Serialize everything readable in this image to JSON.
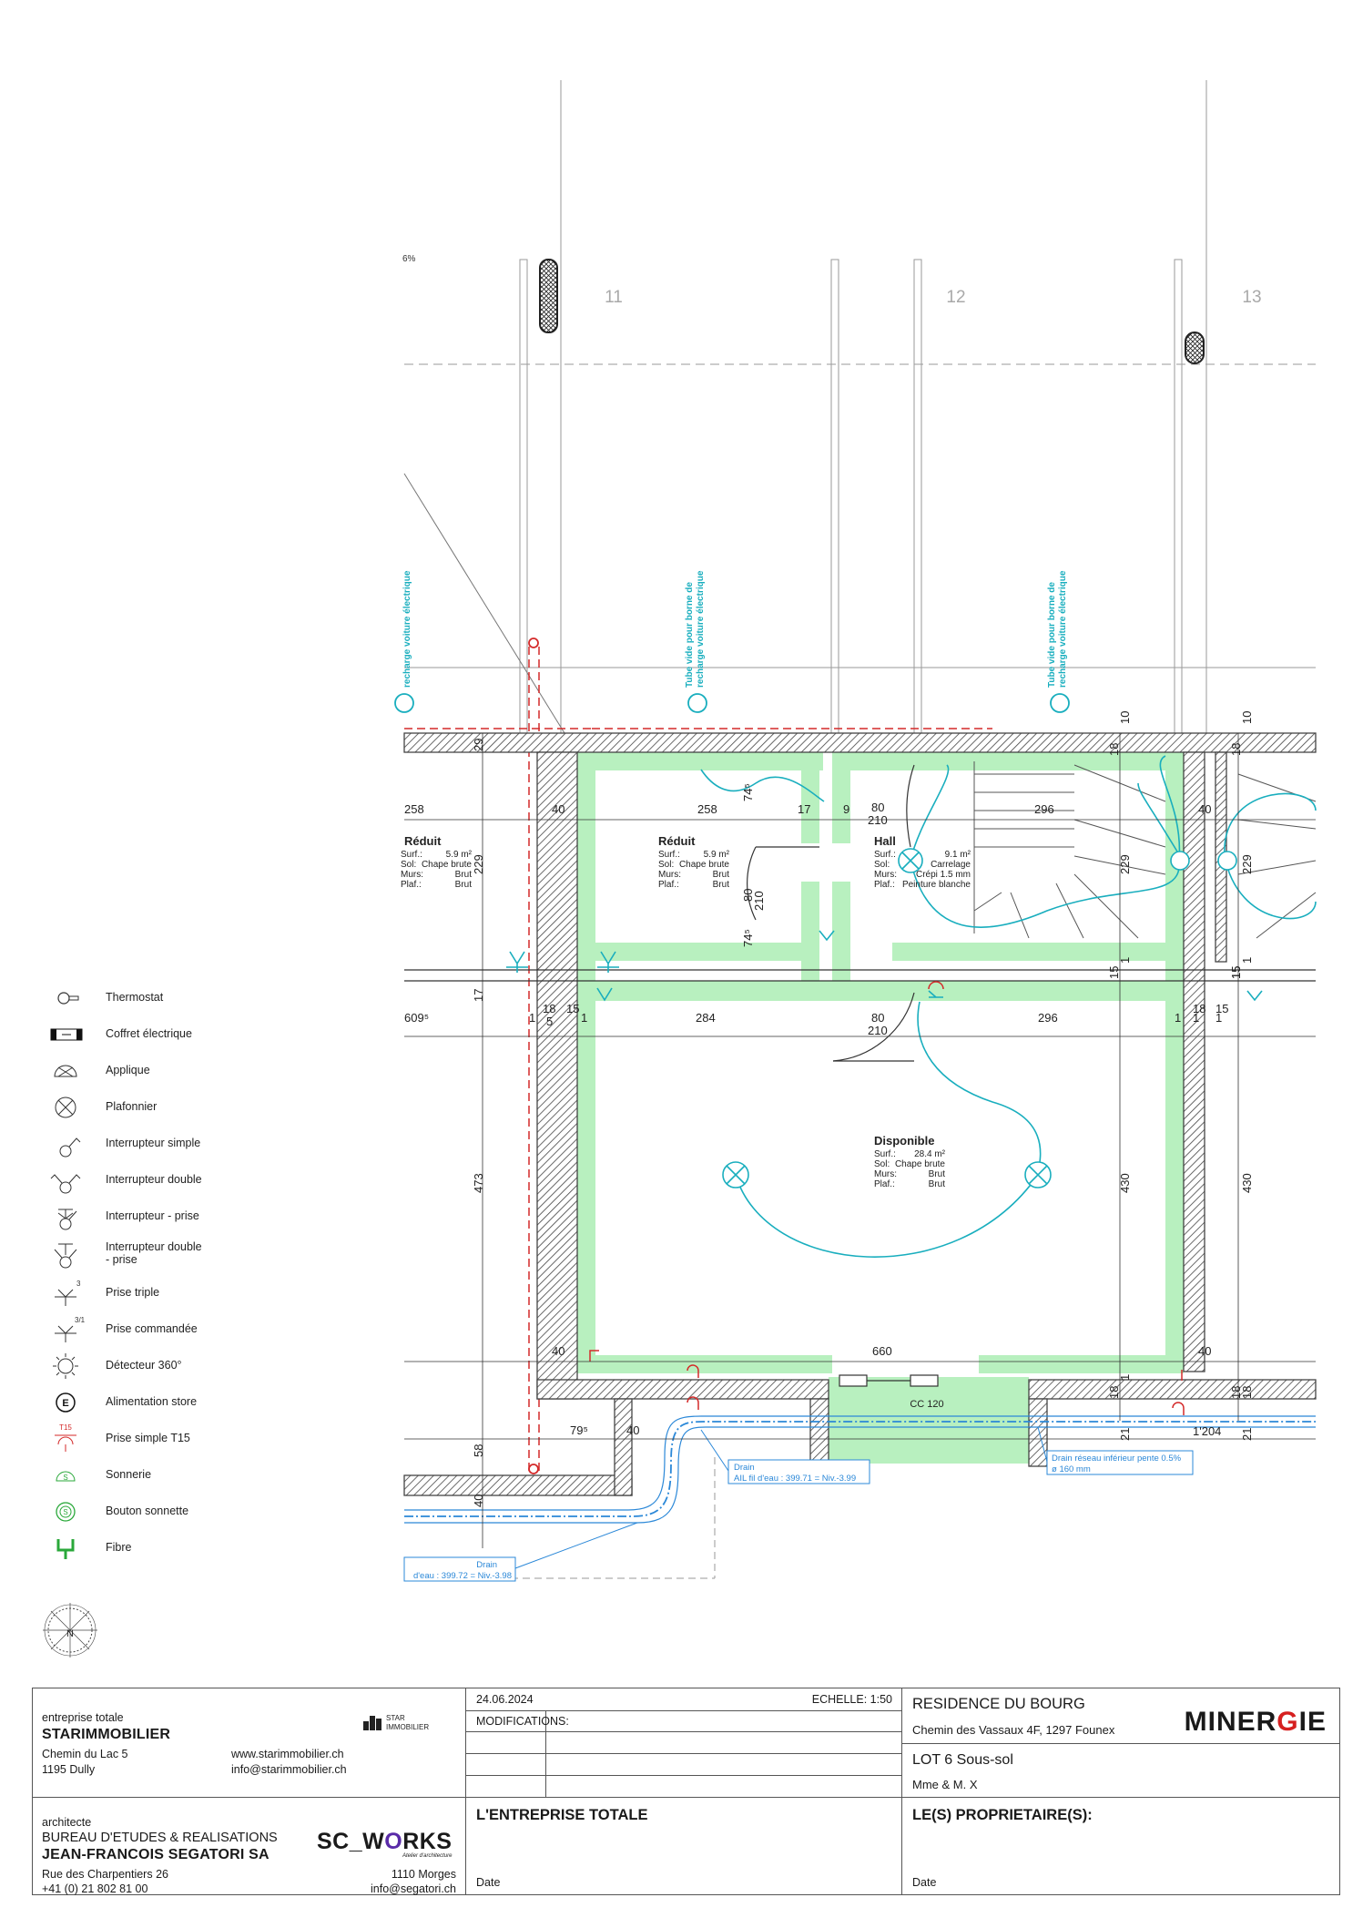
{
  "grid": {
    "axes": [
      "11",
      "12",
      "13"
    ]
  },
  "plan": {
    "slope_fragment": "6%",
    "conduit_note_line1": "Tube vide pour borne de",
    "conduit_note_line2": "recharge voiture électrique",
    "conduit_note_cut": "recharge voiture électrique",
    "dimensions": {
      "d_10a": "10",
      "d_10b": "10",
      "d_29": "29",
      "d_18a": "18",
      "d_18b": "18",
      "d_258a": "258",
      "d_258b": "258",
      "d_40a": "40",
      "d_40b": "40",
      "d_17b": "17",
      "d_9": "9",
      "d_80a": "80",
      "d_210a": "210",
      "d_296a": "296",
      "d_229a": "229",
      "d_229b": "229",
      "d_229c": "229",
      "d_74a": "74⁵",
      "d_74b": "74⁵",
      "d_80b": "80",
      "d_210b": "210",
      "d_17a": "17",
      "d_15a": "15",
      "d_15b": "15",
      "d_15c": "15",
      "d_1a": "1",
      "d_1b": "1",
      "d_609": "609⁵",
      "d_18c": "18",
      "d_5": "5",
      "d_15d": "15",
      "d_1c": "1",
      "d_284": "284",
      "d_80c": "80",
      "d_210c": "210",
      "d_296b": "296",
      "d_1d": "1",
      "d_18d": "18",
      "d_15e": "15",
      "d_1e": "1",
      "d_473": "473",
      "d_430a": "430",
      "d_430b": "430",
      "d_40c": "40",
      "d_660": "660",
      "d_40d": "40",
      "d_18e": "18",
      "d_1f": "1",
      "d_18f": "18",
      "d_18g": "18",
      "d_58": "58",
      "d_79": "79⁵",
      "d_40e": "40",
      "d_40f": "40",
      "d_21a": "21",
      "d_21b": "21",
      "d_1204": "1'204",
      "d_1g": "1",
      "d_1h": "1"
    },
    "rooms": {
      "reduit_left": {
        "name": "Réduit",
        "k1": "Surf.:",
        "v1": "5.9 m²",
        "k2": "Sol:",
        "v2": "Chape brute",
        "k3": "Murs:",
        "v3": "Brut",
        "k4": "Plaf.:",
        "v4": "Brut"
      },
      "reduit": {
        "name": "Réduit",
        "k1": "Surf.:",
        "v1": "5.9 m²",
        "k2": "Sol:",
        "v2": "Chape brute",
        "k3": "Murs:",
        "v3": "Brut",
        "k4": "Plaf.:",
        "v4": "Brut"
      },
      "hall": {
        "name": "Hall",
        "k1": "Surf.:",
        "v1": "9.1 m²",
        "k2": "Sol:",
        "v2": "Carrelage",
        "k3": "Murs:",
        "v3": "Crépi 1.5 mm",
        "k4": "Plaf.:",
        "v4": "Peinture blanche"
      },
      "disponible": {
        "name": "Disponible",
        "k1": "Surf.:",
        "v1": "28.4 m²",
        "k2": "Sol:",
        "v2": "Chape brute",
        "k3": "Murs:",
        "v3": "Brut",
        "k4": "Plaf.:",
        "v4": "Brut"
      }
    },
    "window_label": "CC 120",
    "drain1": {
      "line1": "Drain",
      "line2": "AIL fil d'eau : 399.71 = Niv.-3.99"
    },
    "drain2": {
      "line1": "Drain",
      "line2": "d'eau : 399.72 = Niv.-3.98"
    },
    "drain3": {
      "line1": "Drain réseau inférieur pente 0.5%",
      "line2": "ø 160 mm"
    },
    "colors": {
      "wall": "#555555",
      "insulation": "#b8f0bf",
      "electric": "#19aebe",
      "red_pipe": "#d42a2a",
      "drain": "#2b88d8"
    }
  },
  "legend": [
    {
      "icon": "thermostat-icon",
      "label": "Thermostat"
    },
    {
      "icon": "electrical-box-icon",
      "label": "Coffret électrique"
    },
    {
      "icon": "wall-light-icon",
      "label": "Applique"
    },
    {
      "icon": "ceiling-light-icon",
      "label": "Plafonnier"
    },
    {
      "icon": "single-switch-icon",
      "label": "Interrupteur simple"
    },
    {
      "icon": "double-switch-icon",
      "label": "Interrupteur double"
    },
    {
      "icon": "switch-socket-icon",
      "label": "Interrupteur - prise"
    },
    {
      "icon": "double-switch-socket-icon",
      "label": "Interrupteur double",
      "label2": "- prise"
    },
    {
      "icon": "triple-socket-icon",
      "label": "Prise triple",
      "sup": "3"
    },
    {
      "icon": "controlled-socket-icon",
      "label": "Prise commandée",
      "sup": "3/1"
    },
    {
      "icon": "motion-detector-icon",
      "label": "Détecteur 360°"
    },
    {
      "icon": "blind-supply-icon",
      "label": "Alimentation store",
      "glyph": "E"
    },
    {
      "icon": "socket-t15-icon",
      "label": "Prise simple T15",
      "sup": "T15"
    },
    {
      "icon": "bell-icon",
      "label": "Sonnerie",
      "glyph": "S"
    },
    {
      "icon": "bell-button-icon",
      "label": "Bouton sonnette",
      "glyph": "S"
    },
    {
      "icon": "fiber-icon",
      "label": "Fibre"
    }
  ],
  "compass": {
    "letter": "N"
  },
  "title_block": {
    "contractor_role": "entreprise totale",
    "contractor_name": "STARIMMOBILIER",
    "contractor_address": "Chemin du Lac 5",
    "contractor_city": "1195  Dully",
    "contractor_web": "www.starimmobilier.ch",
    "contractor_email": "info@starimmobilier.ch",
    "contractor_logo_line1": "STAR",
    "contractor_logo_line2": "IMMOBILIER",
    "architect_role": "architecte",
    "architect_name1": "BUREAU D'ETUDES & REALISATIONS",
    "architect_name2": "JEAN-FRANCOIS SEGATORI SA",
    "architect_address": "Rue des Charpentiers 26",
    "architect_phone": "+41 (0) 21 802 81 00",
    "architect_city": "1110 Morges",
    "architect_email": "info@segatori.ch",
    "architect_logo_a": "SC_W",
    "architect_logo_o": "O",
    "architect_logo_b": "RKS",
    "architect_logo_sub": "Atelier d'architecture",
    "date": "24.06.2024",
    "scale": "ECHELLE: 1:50",
    "modifications": "MODIFICATIONS:",
    "project": "RESIDENCE DU BOURG",
    "project_address": "Chemin des Vassaux 4F, 1297 Founex",
    "label_logo_a": "MINER",
    "label_logo_g": "G",
    "label_logo_b": "IE",
    "lot": "LOT 6 Sous-sol",
    "owner": "Mme & M. X",
    "sign_contractor": "L'ENTREPRISE TOTALE",
    "sign_owner": "LE(S) PROPRIETAIRE(S):",
    "date_label_1": "Date",
    "date_label_2": "Date"
  }
}
